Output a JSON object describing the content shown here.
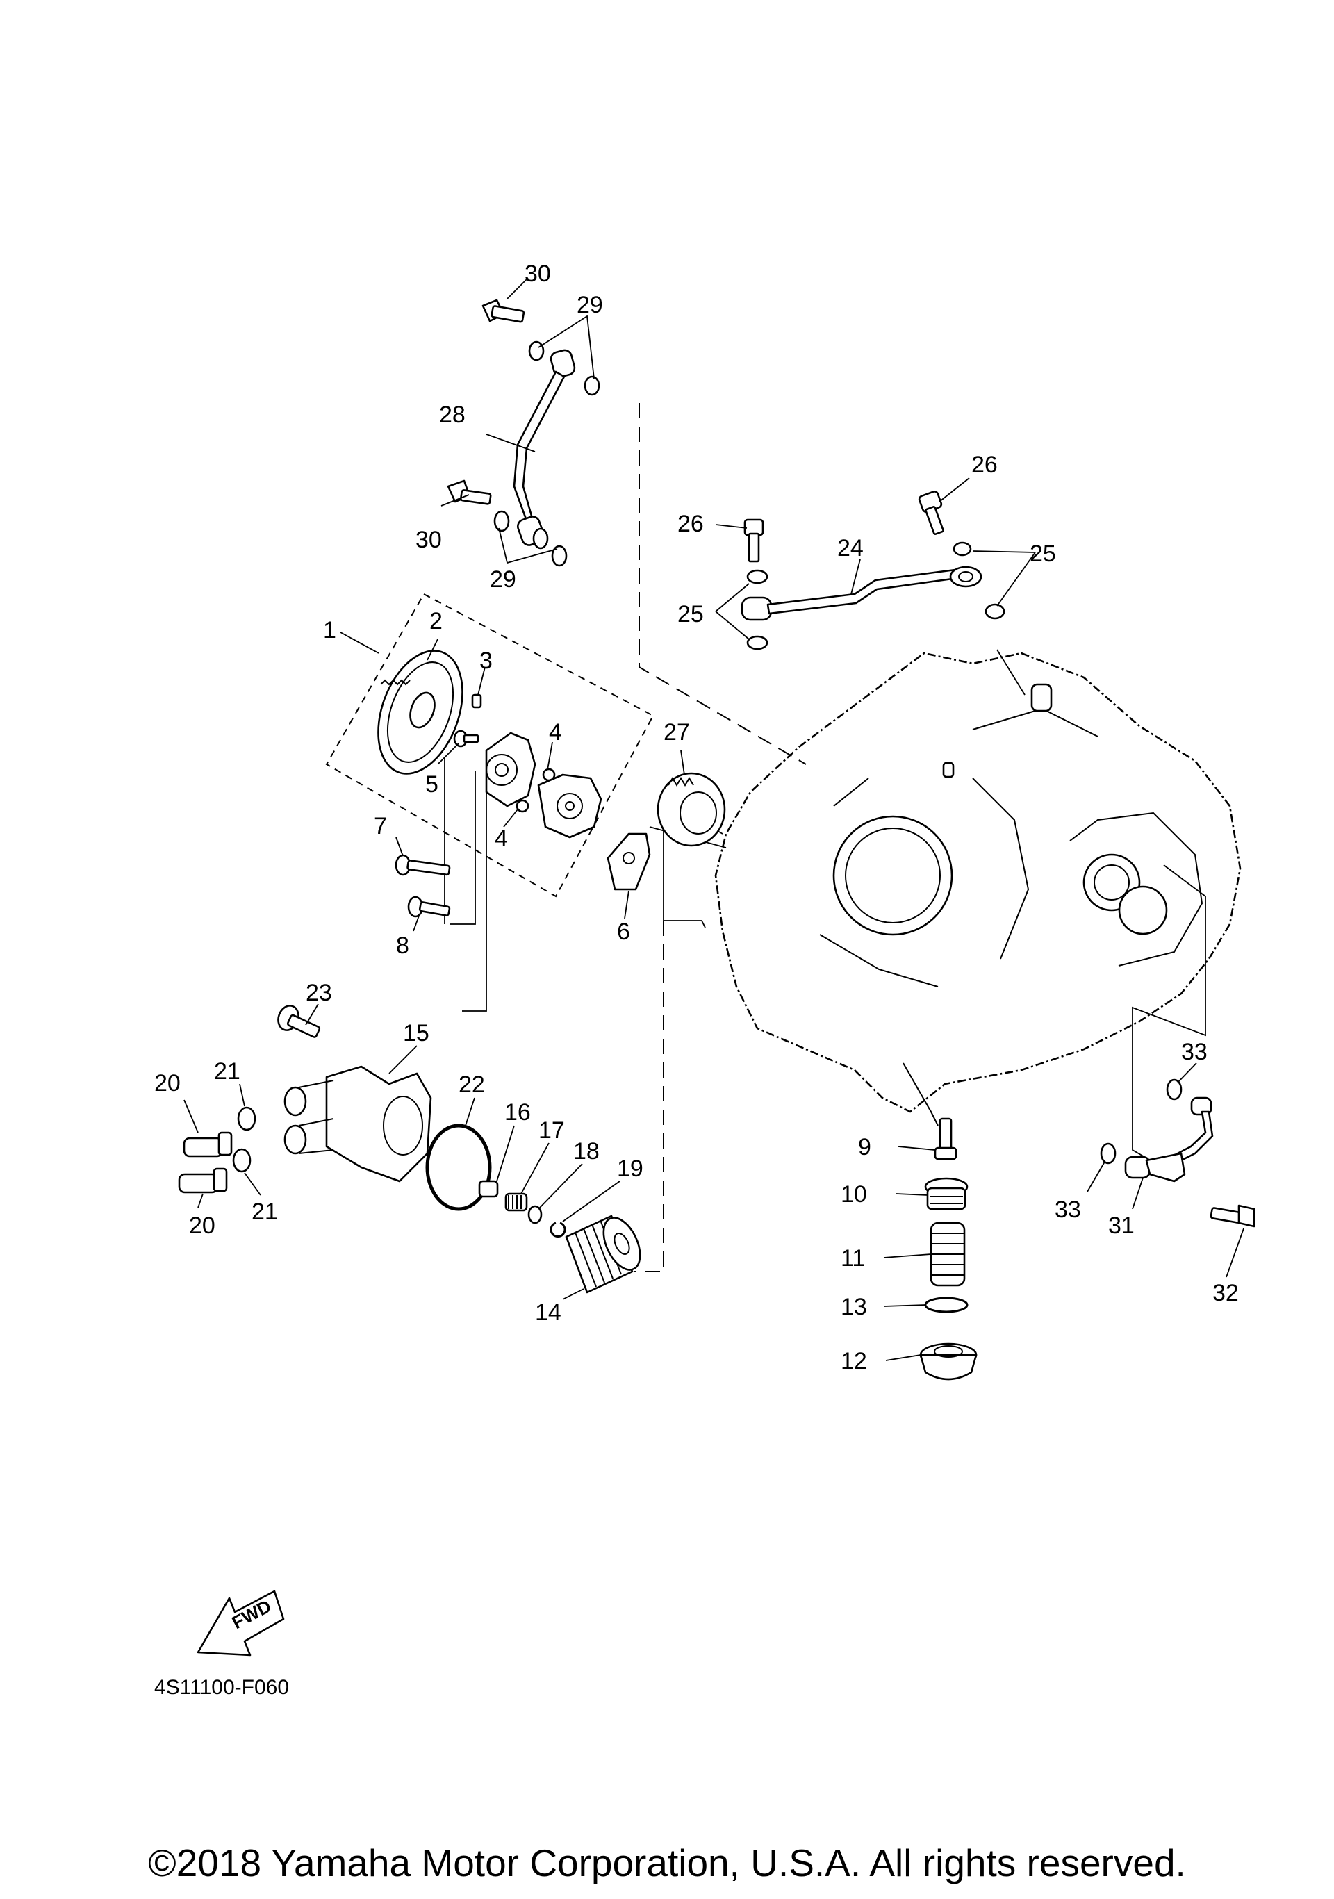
{
  "diagram_code": "4S11100-F060",
  "copyright": "©2018 Yamaha Motor Corporation, U.S.A. All rights reserved.",
  "fwd_label": "FWD",
  "callouts": {
    "c1": "1",
    "c2": "2",
    "c3": "3",
    "c4a": "4",
    "c4b": "4",
    "c5": "5",
    "c6": "6",
    "c7": "7",
    "c8": "8",
    "c9": "9",
    "c10": "10",
    "c11": "11",
    "c12": "12",
    "c13": "13",
    "c14": "14",
    "c15": "15",
    "c16": "16",
    "c17": "17",
    "c18": "18",
    "c19": "19",
    "c20a": "20",
    "c20b": "20",
    "c21a": "21",
    "c21b": "21",
    "c22": "22",
    "c23": "23",
    "c24": "24",
    "c25a": "25",
    "c25b": "25",
    "c26a": "26",
    "c26b": "26",
    "c27": "27",
    "c28": "28",
    "c29a": "29",
    "c29b": "29",
    "c30a": "30",
    "c30b": "30",
    "c31": "31",
    "c32": "32",
    "c33a": "33",
    "c33b": "33"
  }
}
